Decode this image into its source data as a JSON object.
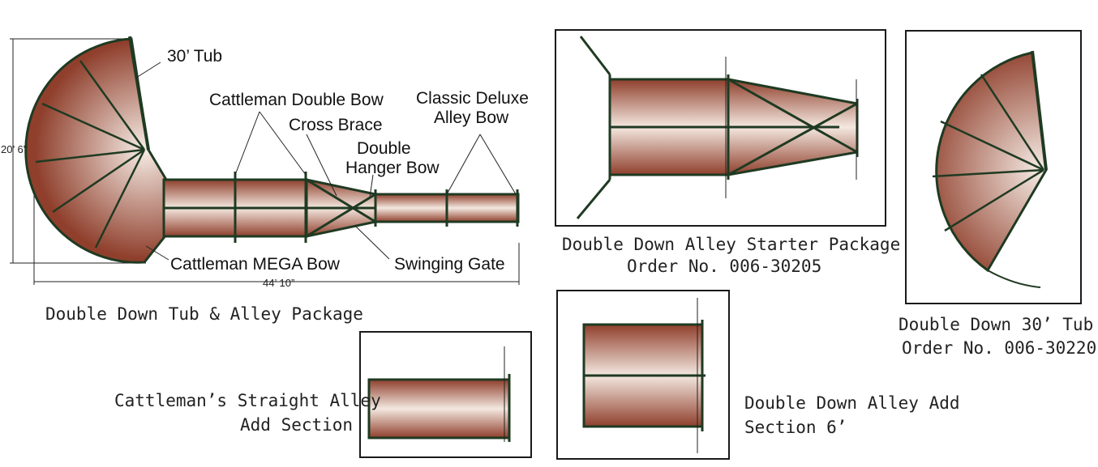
{
  "colors": {
    "panel_dark": "#8f3f2c",
    "panel_light": "#f4e8e0",
    "steel": "#1f3a22"
  },
  "main_diagram": {
    "callouts": {
      "tub": "30’ Tub",
      "double_bow": "Cattleman Double Bow",
      "cross_brace": "Cross Brace",
      "hanger_bow_line1": "Double",
      "hanger_bow_line2": "Hanger Bow",
      "alley_bow_line1": "Classic Deluxe",
      "alley_bow_line2": "Alley Bow",
      "mega_bow": "Cattleman MEGA Bow",
      "swinging_gate": "Swinging Gate"
    },
    "dimensions": {
      "height": "20’ 6”",
      "width": "44’ 10”"
    },
    "caption": "Double Down Tub & Alley Package"
  },
  "starter_package": {
    "caption_line1": "Double Down Alley Starter Package",
    "caption_line2": "Order No. 006-30205"
  },
  "tub_30": {
    "caption_line1": "Double Down 30’ Tub",
    "caption_line2": "Order No. 006-30220"
  },
  "straight_alley": {
    "caption_line1": "Cattleman’s Straight Alley",
    "caption_line2": "Add Section"
  },
  "alley_add": {
    "caption_line1": "Double Down Alley Add",
    "caption_line2": "Section 6’"
  }
}
